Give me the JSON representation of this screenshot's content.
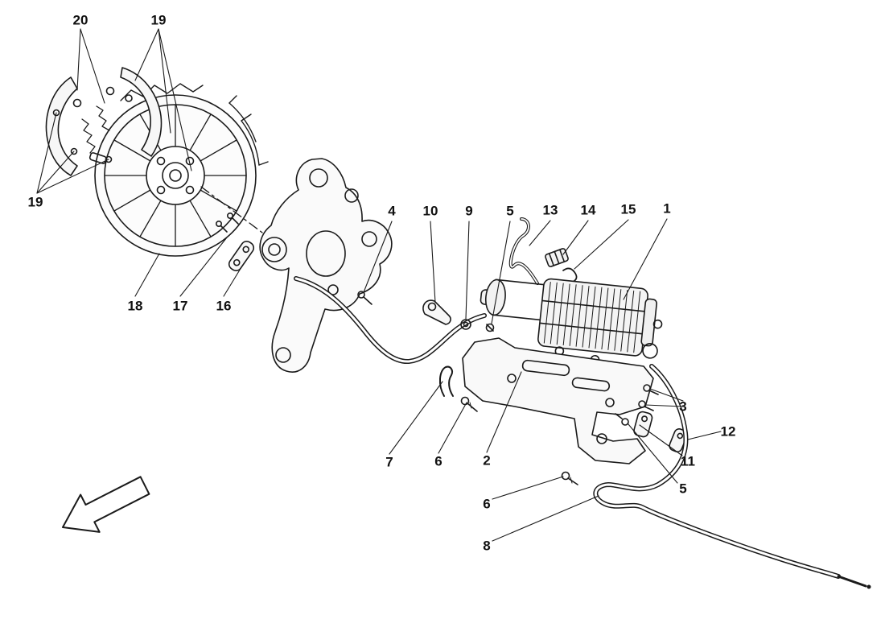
{
  "diagram": {
    "colors": {
      "line": "#1a1a1a",
      "background": "#ffffff"
    },
    "icons": [
      {
        "name": "direction-arrow-icon"
      }
    ],
    "callouts": [
      {
        "label": "20"
      },
      {
        "label": "19"
      },
      {
        "label": "19"
      },
      {
        "label": "18"
      },
      {
        "label": "17"
      },
      {
        "label": "16"
      },
      {
        "label": "4"
      },
      {
        "label": "10"
      },
      {
        "label": "9"
      },
      {
        "label": "5"
      },
      {
        "label": "13"
      },
      {
        "label": "14"
      },
      {
        "label": "15"
      },
      {
        "label": "1"
      },
      {
        "label": "3"
      },
      {
        "label": "12"
      },
      {
        "label": "11"
      },
      {
        "label": "5"
      },
      {
        "label": "2"
      },
      {
        "label": "6"
      },
      {
        "label": "7"
      },
      {
        "label": "6"
      },
      {
        "label": "8"
      }
    ]
  }
}
